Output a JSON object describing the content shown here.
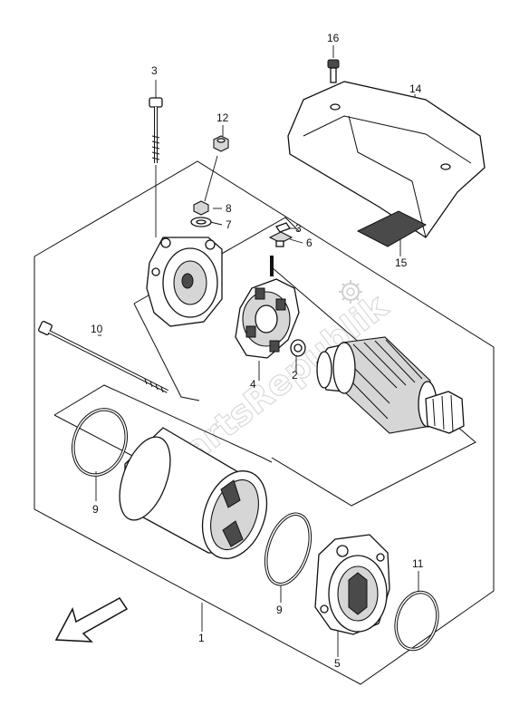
{
  "watermark": "PartsRepublik",
  "callouts": {
    "c1": "1",
    "c2": "2",
    "c3a": "3",
    "c3b": "3",
    "c4": "4",
    "c5": "5",
    "c6": "6",
    "c7": "7",
    "c8": "8",
    "c9a": "9",
    "c9b": "9",
    "c10": "10",
    "c11": "11",
    "c12": "12",
    "c14": "14",
    "c15": "15",
    "c16": "16"
  },
  "icons": {
    "direction_arrow": "front-direction-arrow-icon",
    "watermark_gear": "gear-icon"
  }
}
